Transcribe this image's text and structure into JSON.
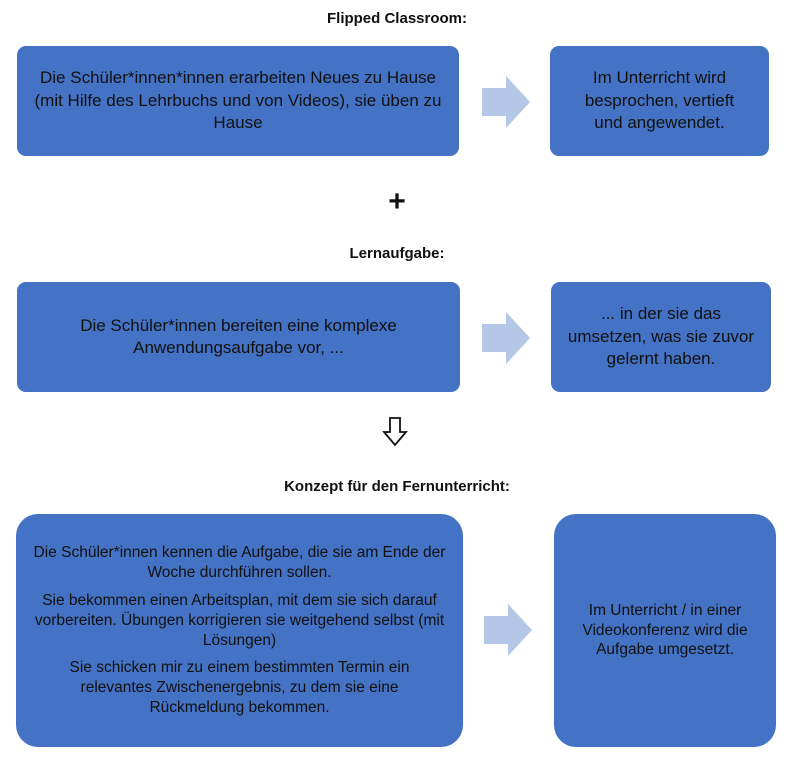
{
  "colors": {
    "box_fill": "#4472C4",
    "arrow_fill": "#B4C7E7"
  },
  "icons": {
    "right_arrow": "block-arrow-right-icon",
    "down_arrow": "outline-arrow-down-icon",
    "plus": "plus-icon"
  },
  "sections": {
    "flipped": {
      "heading": "Flipped Classroom:",
      "left_text": "Die Schüler*innen*innen erarbeiten Neues zu Hause (mit Hilfe des Lehrbuchs und von Videos), sie üben zu Hause",
      "right_text": "Im Unterricht wird besprochen, vertieft und angewendet."
    },
    "operator": "+",
    "lernaufgabe": {
      "heading": "Lernaufgabe:",
      "left_text": "Die Schüler*innen bereiten eine komplexe Anwendungsaufgabe vor, ...",
      "right_text": "... in der sie das umsetzen, was sie zuvor gelernt haben."
    },
    "konzept": {
      "heading": "Konzept für den Fernunterricht:",
      "left_paragraphs": [
        "Die Schüler*innen kennen die Aufgabe, die sie am Ende der Woche durchführen sollen.",
        "Sie bekommen einen Arbeitsplan, mit dem sie sich darauf vorbereiten. Übungen korrigieren sie weitgehend selbst (mit Lösungen)",
        "Sie schicken mir zu einem bestimmten Termin ein relevantes Zwischenergebnis, zu dem sie eine Rückmeldung bekommen."
      ],
      "right_text": "Im Unterricht / in einer Videokonferenz wird die Aufgabe umgesetzt."
    }
  }
}
